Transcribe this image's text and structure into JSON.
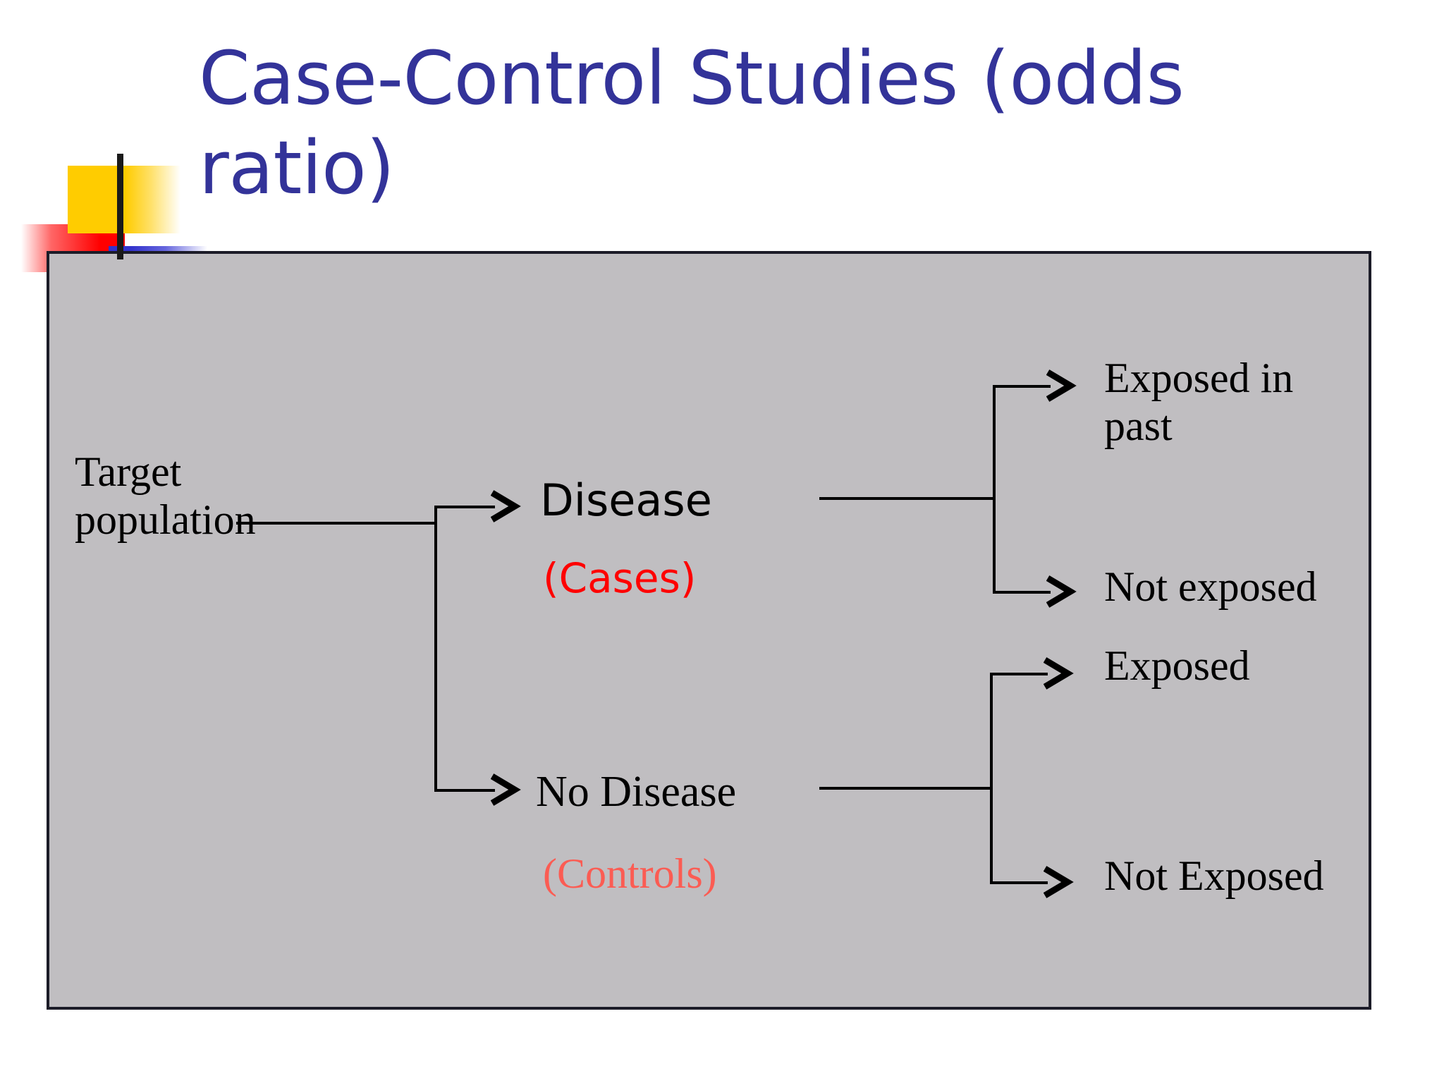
{
  "slide": {
    "title": "Case-Control Studies (odds ratio)",
    "title_color": "#333399",
    "panel_background": "#c0bec1",
    "panel_border_color": "#1c1c28",
    "background": "#ffffff"
  },
  "decoration": {
    "name": "powerpoint-corner-blocks",
    "colors": {
      "yellow": "#FFCC00",
      "red": "#FF0000",
      "blue": "#3333CC",
      "bar": "#1a1a1a"
    }
  },
  "diagram": {
    "type": "flow-tree",
    "root": {
      "label_line1": "Target",
      "label_line2": "population",
      "font": "serif",
      "color": "#000000"
    },
    "branches": [
      {
        "id": "cases",
        "label": "Disease",
        "sublabel": "(Cases)",
        "label_font": "sans",
        "sublabel_font": "sans",
        "label_color": "#000000",
        "sublabel_color": "#FF0000",
        "children": [
          {
            "id": "cases-exposed",
            "label_line1": "Exposed in",
            "label_line2": "past",
            "color": "#000000"
          },
          {
            "id": "cases-not-exposed",
            "label_line1": "Not exposed",
            "label_line2": "",
            "color": "#000000"
          }
        ]
      },
      {
        "id": "controls",
        "label": "No Disease",
        "sublabel": "(Controls)",
        "label_font": "serif",
        "sublabel_font": "serif",
        "label_color": "#000000",
        "sublabel_color": "#FB5C53",
        "children": [
          {
            "id": "controls-exposed",
            "label_line1": "Exposed",
            "label_line2": "",
            "color": "#000000"
          },
          {
            "id": "controls-not-exposed",
            "label_line1": "Not Exposed",
            "label_line2": "",
            "color": "#000000"
          }
        ]
      }
    ]
  }
}
